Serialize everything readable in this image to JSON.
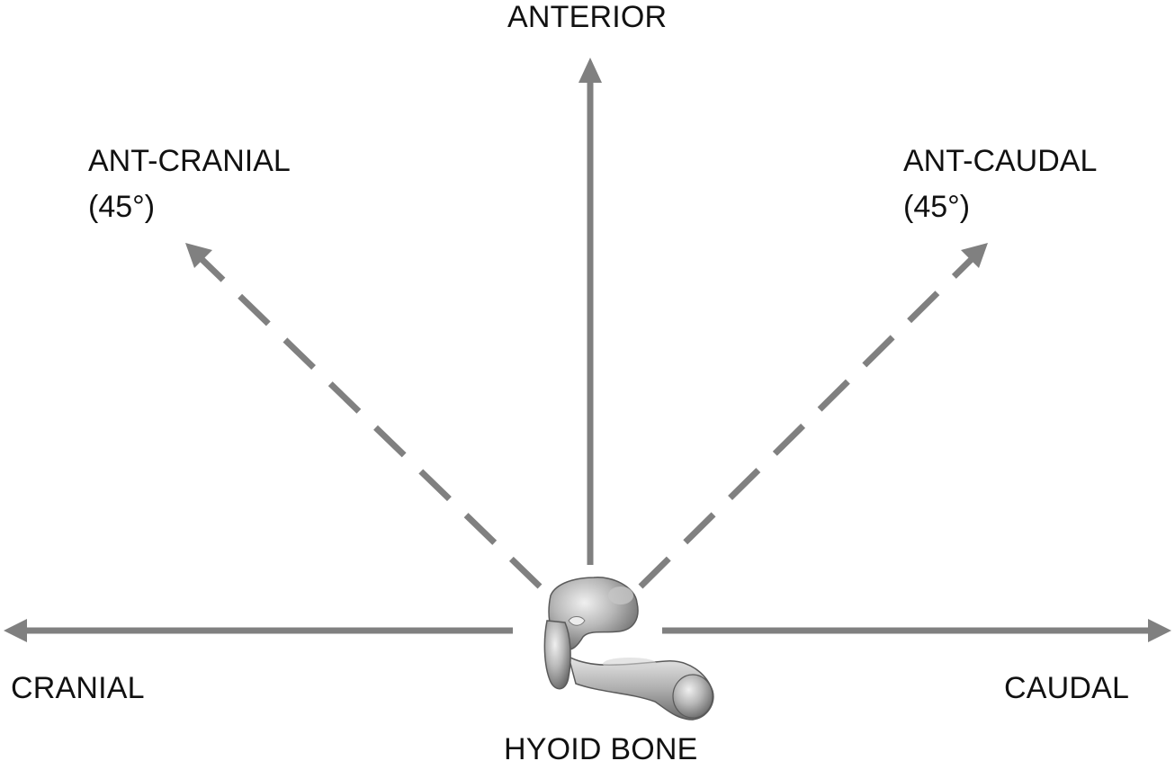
{
  "labels": {
    "anterior": "ANTERIOR",
    "ant_cranial": "ANT-CRANIAL",
    "ant_cranial_angle": "(45°)",
    "ant_caudal": "ANT-CAUDAL",
    "ant_caudal_angle": "(45°)",
    "cranial": "CRANIAL",
    "caudal": "CAUDAL",
    "hyoid_bone": "HYOID BONE"
  },
  "colors": {
    "arrow": "#808080",
    "bone_fill": "#a9a9a9",
    "bone_shadow": "#6e6e6e",
    "bone_highlight": "#e2e2e2",
    "text": "#111111"
  },
  "arrows": [
    {
      "name": "anterior",
      "style": "solid"
    },
    {
      "name": "cranial",
      "style": "solid"
    },
    {
      "name": "caudal",
      "style": "solid"
    },
    {
      "name": "ant-cranial",
      "style": "dashed",
      "angle_deg": 45
    },
    {
      "name": "ant-caudal",
      "style": "dashed",
      "angle_deg": 45
    }
  ]
}
